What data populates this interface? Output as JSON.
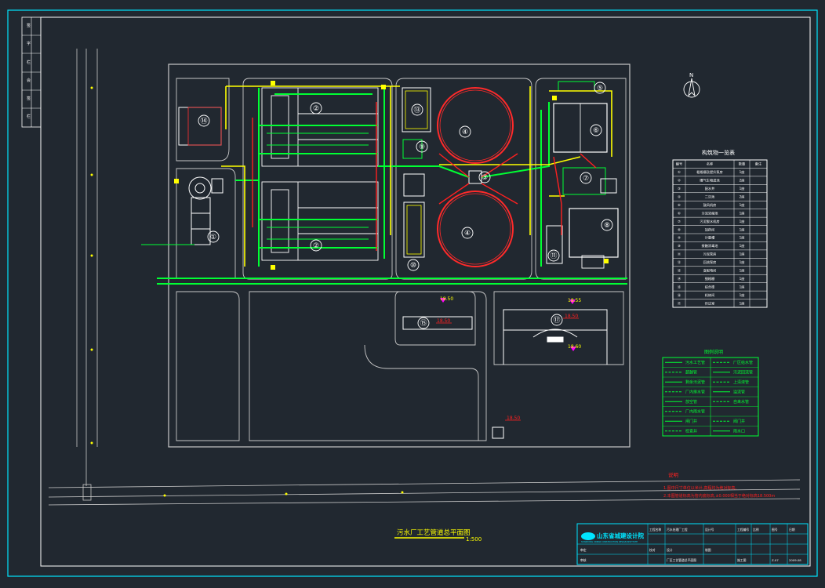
{
  "drawing": {
    "title": "污水厂工艺管道总平面图",
    "scale": "1:500",
    "north_label": "N",
    "structure_numbers": [
      "①",
      "②",
      "②",
      "③",
      "④",
      "④",
      "⑤",
      "⑥",
      "⑦",
      "⑧",
      "⑨",
      "⑩",
      "⑪",
      "⑬",
      "⑭",
      "⑮",
      "⑰"
    ],
    "elevations": [
      "18.50",
      "18.50",
      "18.55",
      "18.50",
      "18.60",
      "18.50"
    ]
  },
  "legend_table": {
    "title": "构筑物一览表",
    "headers": [
      "编号",
      "名称",
      "数量",
      "备注"
    ],
    "rows": [
      [
        "①",
        "粗格栅及提升泵房",
        "1座",
        ""
      ],
      [
        "②",
        "曝气生物滤池",
        "2座",
        ""
      ],
      [
        "③",
        "配水井",
        "1座",
        ""
      ],
      [
        "④",
        "二沉池",
        "2座",
        ""
      ],
      [
        "⑤",
        "鼓风机房",
        "1座",
        ""
      ],
      [
        "⑥",
        "污泥浓缩池",
        "1座",
        ""
      ],
      [
        "⑦",
        "污泥脱水机房",
        "1座",
        ""
      ],
      [
        "⑧",
        "加药间",
        "1座",
        ""
      ],
      [
        "⑨",
        "计量槽",
        "1座",
        ""
      ],
      [
        "⑩",
        "接触消毒池",
        "1座",
        ""
      ],
      [
        "⑪",
        "污泥泵房",
        "1座",
        ""
      ],
      [
        "⑫",
        "回流泵房",
        "1座",
        ""
      ],
      [
        "⑬",
        "变配电间",
        "1座",
        ""
      ],
      [
        "⑭",
        "细格栅",
        "1座",
        ""
      ],
      [
        "⑮",
        "综合楼",
        "1座",
        ""
      ],
      [
        "⑯",
        "机修间",
        "1座",
        ""
      ],
      [
        "⑰",
        "传达室",
        "1座",
        ""
      ]
    ]
  },
  "pipe_legend": {
    "title": "图例说明",
    "items": [
      [
        "污水工艺管",
        "厂区给水管"
      ],
      [
        "超越管",
        "污泥回流管"
      ],
      [
        "剩余污泥管",
        "上清液管"
      ],
      [
        "厂内排水管",
        "溢流管"
      ],
      [
        "放空管",
        "自来水管"
      ],
      [
        "厂内雨水管",
        ""
      ],
      [
        "闸门井",
        "阀门井"
      ],
      [
        "检查井",
        "雨水口"
      ]
    ]
  },
  "notes": {
    "title": "说明",
    "lines": [
      "1.图中尺寸单位以米计,高程均为绝对标高。",
      "2.本图管道标高为管内底标高,±0.000相当于绝对标高18.500m"
    ]
  },
  "title_block": {
    "company": "山东省城建设计院",
    "company_en": "SHANDONG URBAN CONSTRUCTION DESIGN INSTITUTE",
    "cells": [
      "工程名称",
      "污水处理厂工程",
      "设计号",
      "工程编号",
      "比例",
      "图号",
      "日期",
      "审定",
      "审核",
      "校对",
      "设计",
      "制图",
      "厂区工艺管道总平面图",
      "施工图",
      "Z-07",
      "2009.08"
    ]
  },
  "side_strip": [
    "签",
    "字",
    "栏",
    "会",
    "签",
    "栏"
  ],
  "colors": {
    "background": "#212830",
    "frame": "#00e5ff",
    "inner_frame": "#ffffff",
    "road": "#c8c8c8",
    "pipe_green": "#00ff33",
    "pipe_yellow": "#ffff00",
    "pipe_red": "#ff2020",
    "structure": "#ffffff"
  }
}
